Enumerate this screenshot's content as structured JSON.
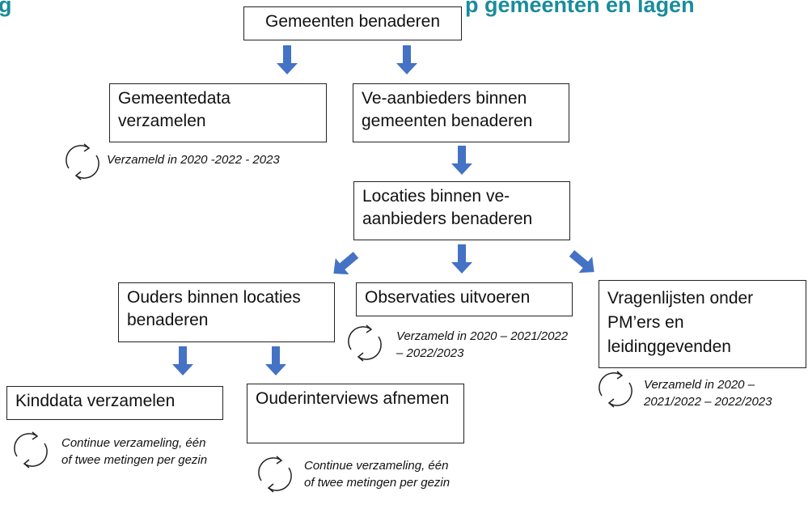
{
  "heading": {
    "left_fragment": "g",
    "right_fragment": "p gemeenten en lagen"
  },
  "nodes": {
    "gemeenten": "Gemeenten benaderen",
    "gemeentedata": "Gemeentedata verzamelen",
    "ve_aanbieders": "Ve-aanbieders binnen gemeenten benaderen",
    "locaties": "Locaties binnen ve-aanbieders benaderen",
    "ouders": "Ouders binnen locaties benaderen",
    "observaties": "Observaties uitvoeren",
    "vragenlijsten": "Vragenlijsten onder PM’ers en leidinggevenden",
    "kinddata": "Kinddata verzamelen",
    "ouderinterviews": "Ouderinterviews afnemen"
  },
  "notes": {
    "gemeentedata": "Verzameld in 2020 -2022 - 2023",
    "observaties": "Verzameld in 2020 – 2021/2022 – 2022/2023",
    "vragenlijsten": "Verzameld in 2020 – 2021/2022 – 2022/2023",
    "kinddata": "Continue verzameling, één of twee metingen per gezin",
    "ouderinterviews": "Continue verzameling, één of twee metingen per gezin"
  },
  "colors": {
    "heading": "#1a8c9c",
    "arrow": "#4472c4",
    "border": "#222222"
  },
  "icons": {
    "cycle": "circular-arrows-icon",
    "arrow": "down-arrow-icon"
  }
}
